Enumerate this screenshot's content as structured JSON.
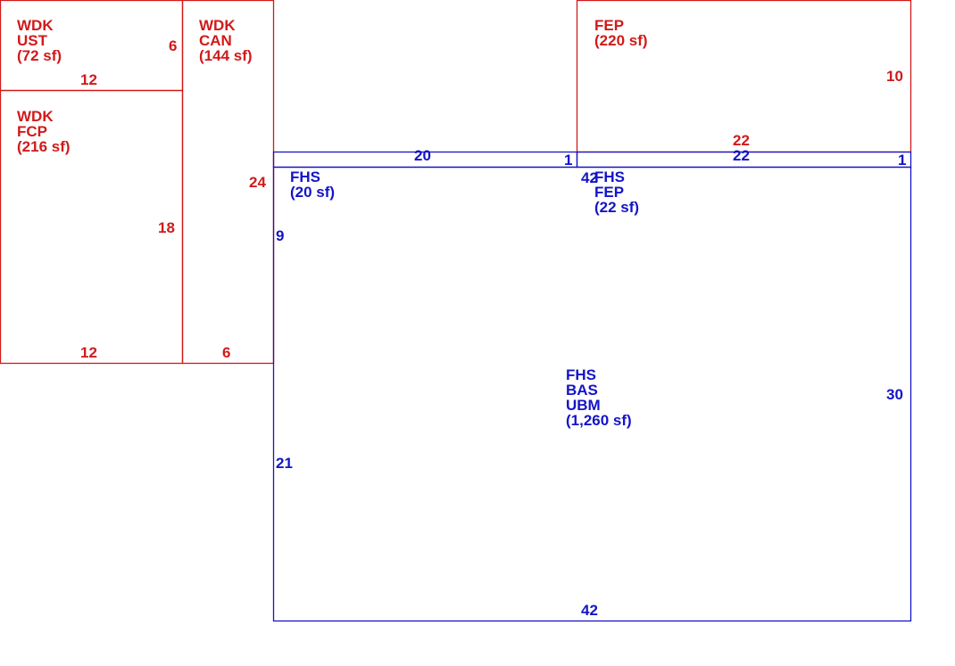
{
  "colors": {
    "red": "#d11a1a",
    "blue": "#1414c8"
  },
  "areas": {
    "wdk_ust": {
      "lines": [
        "WDK",
        "UST",
        "(72 sf)"
      ],
      "dims": {
        "right": "6",
        "bottom": "12"
      }
    },
    "wdk_can": {
      "lines": [
        "WDK",
        "CAN",
        "(144 sf)"
      ],
      "dims": {
        "right": "24",
        "bottom": "6"
      }
    },
    "wdk_fcp": {
      "lines": [
        "WDK",
        "FCP",
        "(216 sf)"
      ],
      "dims": {
        "right": "18",
        "bottom": "12"
      }
    },
    "fep": {
      "lines": [
        "FEP",
        "(220 sf)"
      ],
      "dims": {
        "right": "10",
        "bottom": "22"
      }
    },
    "fhs_left": {
      "lines": [
        "FHS",
        "(20 sf)"
      ],
      "dims": {
        "top": "20",
        "right": "1"
      }
    },
    "fhs_fep": {
      "lines": [
        "FHS",
        "FEP",
        "(22 sf)"
      ],
      "dims": {
        "top": "22",
        "right": "1"
      }
    },
    "fhs_main": {
      "lines": [
        "FHS",
        "BAS",
        "UBM",
        "(1,260 sf)"
      ],
      "dims": {
        "right": "30",
        "bottom": "42",
        "left_lower": "21",
        "left_upper": "9",
        "top_mid": "42"
      }
    }
  }
}
